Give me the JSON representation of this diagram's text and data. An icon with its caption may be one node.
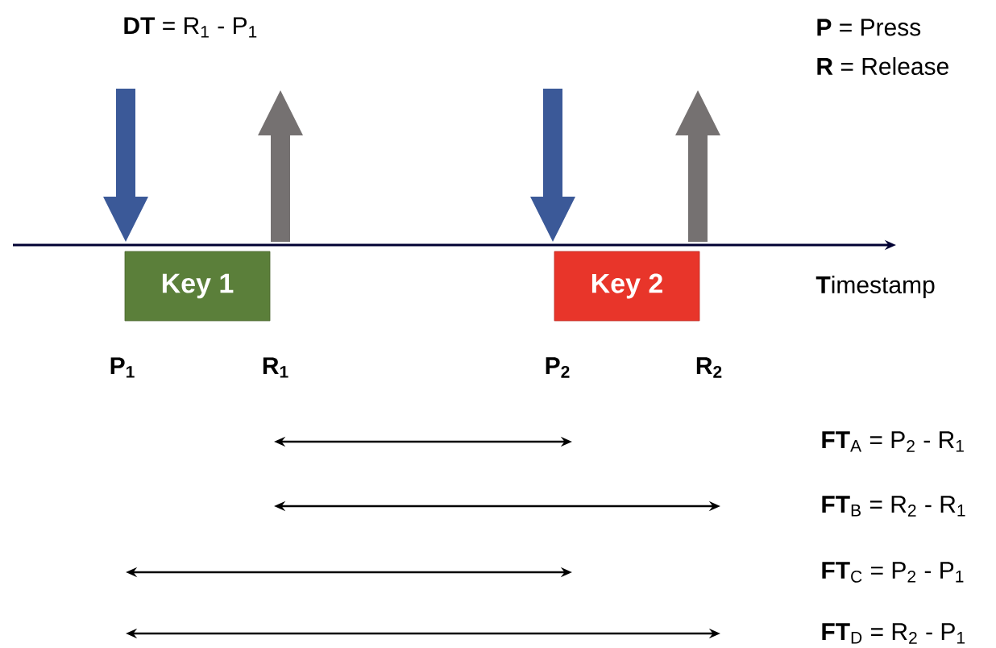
{
  "diagram": {
    "nodes": [
      {
        "text": [
          "Key 1"
        ]
      },
      {
        "text": [
          "Key 2"
        ]
      }
    ],
    "labels": [
      "**DT** = R$_{1}$ - P$_{1}$",
      "**P** = Press",
      "**R** = Release",
      "**T**imestamp",
      "P$_{1}$",
      "R$_{1}$",
      "P$_{2}$",
      "R$_{2}$",
      "**FT**$_{A}$ = P$_{2}$ - R$_{1}$",
      "**FT**$_{B}$ = R$_{2}$ - R$_{1}$",
      "**FT**$_{C}$ = P$_{2}$ - P$_{1}$",
      "**FT**$_{D}$ = R$_{2}$ - P$_{1}$"
    ]
  }
}
